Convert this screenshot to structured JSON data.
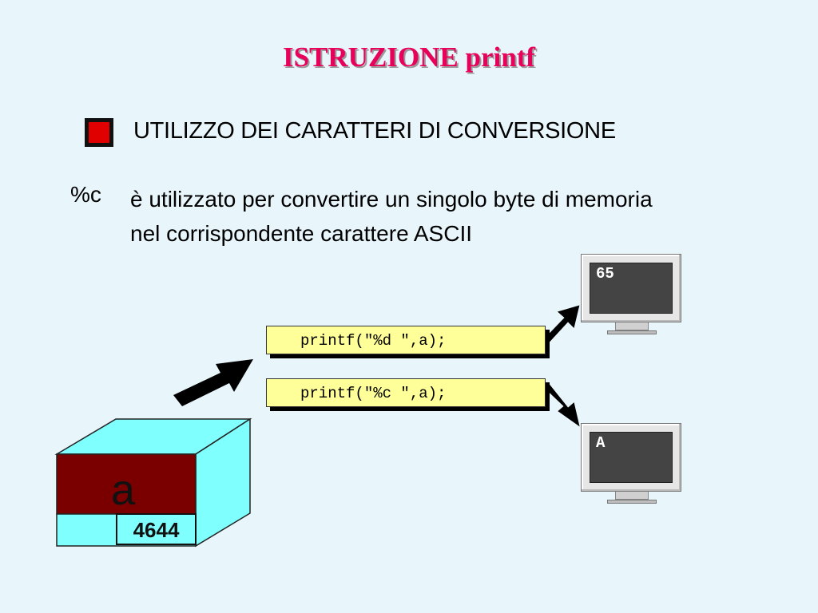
{
  "slide": {
    "title": "ISTRUZIONE printf",
    "heading": "UTILIZZO DEI CARATTERI DI CONVERSIONE",
    "specifier": "%c",
    "description_line1": "è utilizzato per convertire un singolo byte di memoria",
    "description_line2": "nel corrispondente carattere ASCII"
  },
  "memory_cell": {
    "variable": "a",
    "address": "4644"
  },
  "statements": [
    {
      "code": "printf(\"%d \",a);",
      "output": "65"
    },
    {
      "code": "printf(\"%c \",a);",
      "output": "A"
    }
  ],
  "colors": {
    "title": "#e8005a",
    "background": "#e8f6fc",
    "bullet": "#e10000",
    "code_box": "#ffff99",
    "cell_value": "#7a0000",
    "cell_side": "#80ffff"
  },
  "icons": [
    "bullet-square-icon",
    "arrow-icon",
    "monitor-icon"
  ]
}
